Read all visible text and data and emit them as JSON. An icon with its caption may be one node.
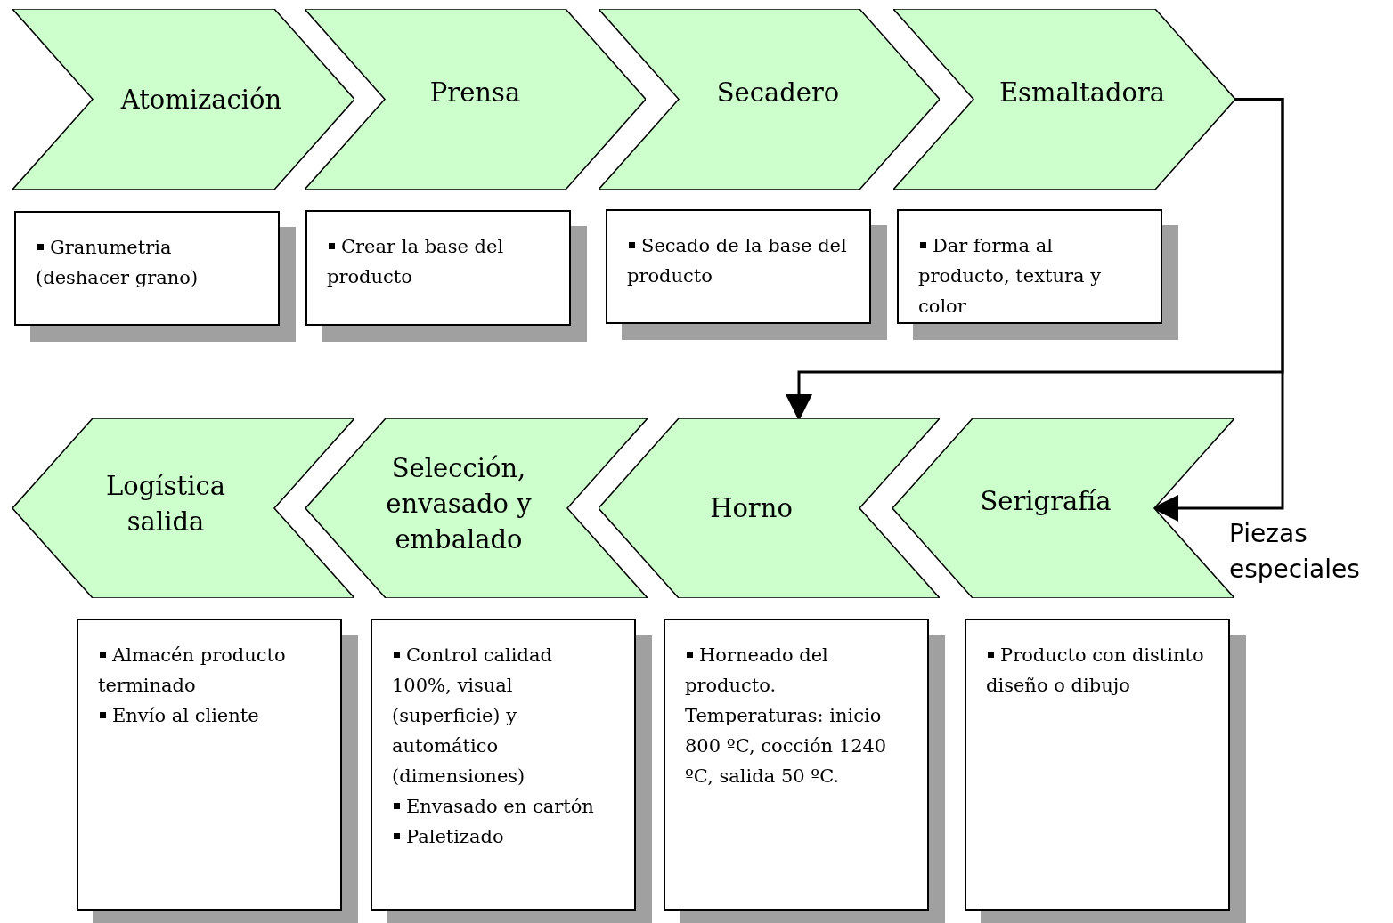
{
  "diagram": {
    "nodes": [
      {
        "text": [
          "Atomización"
        ]
      },
      {
        "text": [
          "Prensa"
        ]
      },
      {
        "text": [
          "Secadero"
        ]
      },
      {
        "text": [
          "Esmaltadora"
        ]
      },
      {
        "text": [
          "Granumetria (deshacer grano)"
        ]
      },
      {
        "text": [
          "Crear la base del producto"
        ]
      },
      {
        "text": [
          "Secado de la base del producto"
        ]
      },
      {
        "text": [
          "Dar forma al producto, textura y color"
        ]
      },
      {
        "text": [
          "Logística salida"
        ]
      },
      {
        "text": [
          "Selección, envasado y embalado"
        ]
      },
      {
        "text": [
          "Horno"
        ]
      },
      {
        "text": [
          "Serigrafía"
        ]
      },
      {
        "text": [
          "Almacén producto terminado",
          "Envío al cliente"
        ]
      },
      {
        "text": [
          "Control calidad 100%, visual (superficie) y automático (dimensiones)",
          "Envasado en cartón",
          "Paletizado"
        ]
      },
      {
        "text": [
          "Horneado del producto. Temperaturas: inicio 800 ºC, cocción 1240 ºC, salida 50 ºC."
        ]
      },
      {
        "text": [
          "Producto con distinto diseño o dibujo"
        ]
      }
    ],
    "edges": [
      {
        "from": 3,
        "to": 10,
        "arrow": "to"
      },
      {
        "from": 3,
        "to": 11,
        "arrow": "to",
        "label": "Piezas especiales"
      }
    ]
  }
}
